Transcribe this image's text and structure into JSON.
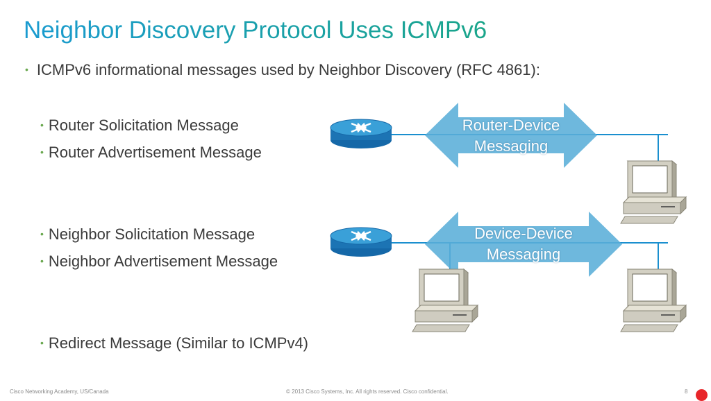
{
  "slide": {
    "title": "Neighbor Discovery Protocol Uses ICMPv6",
    "intro": "ICMPv6 informational messages used by Neighbor Discovery (RFC 4861):",
    "bullets": [
      "Router Solicitation Message",
      "Router Advertisement Message",
      "Neighbor Solicitation Message",
      "Neighbor Advertisement Message",
      "Redirect Message (Similar to ICMPv4)"
    ],
    "bullet_glyph": "•"
  },
  "diagram": {
    "router_device_label": [
      "Router-Device",
      "Messaging"
    ],
    "device_device_label": [
      "Device-Device",
      "Messaging"
    ],
    "colors": {
      "network_line": "#1a8fcf",
      "arrow_fill": "#5aaed8",
      "router_top": "#3aa0d8",
      "router_side": "#1568a8",
      "pc_body": "#cfccc0",
      "pc_shadow": "#8a8778"
    },
    "icons": [
      "router-icon",
      "pc-icon"
    ]
  },
  "footer": {
    "left": "Cisco Networking Academy, US/Canada",
    "center": "© 2013 Cisco Systems, Inc. All rights reserved. Cisco confidential.",
    "page": "8"
  }
}
